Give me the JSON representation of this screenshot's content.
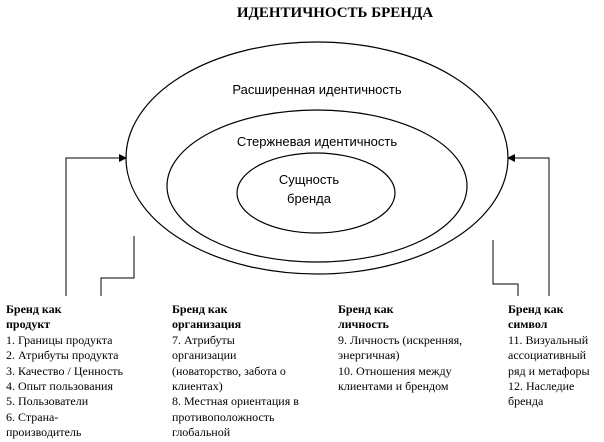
{
  "title": "ИДЕНТИЧНОСТЬ БРЕНДА",
  "ellipses": {
    "outer": "Расширенная идентичность",
    "middle": "Стержневая идентичность",
    "inner_line1": "Сущность",
    "inner_line2": "бренда"
  },
  "columns": [
    {
      "heading": "Бренд как продукт",
      "heading_line1": "Бренд как",
      "heading_line2": "продукт",
      "items": [
        "1. Границы продукта",
        "2. Атрибуты продукта",
        "3. Качество / Ценность",
        "4. Опыт пользования",
        "5. Пользователи",
        "6. Страна-\nпроизводитель"
      ]
    },
    {
      "heading": "Бренд как организация",
      "heading_line1": "Бренд как",
      "heading_line2": "организация",
      "items": [
        "7. Атрибуты\nорганизации\n(новаторство, забота о\nклиентах)",
        "8. Местная ориентация в\nпротивоположность\nглобальной"
      ]
    },
    {
      "heading": "Бренд как личность",
      "heading_line1": "Бренд как",
      "heading_line2": "личность",
      "items": [
        "9. Личность (искренняя,\nэнергичная)",
        "10. Отношения между\nклиентами и брендом"
      ]
    },
    {
      "heading": "Бренд как символ",
      "heading_line1": "Бренд как",
      "heading_line2": "символ",
      "items": [
        "11. Визуальный\nассоциативный\nряд и метафоры",
        "12. Наследие\nбренда"
      ]
    }
  ]
}
